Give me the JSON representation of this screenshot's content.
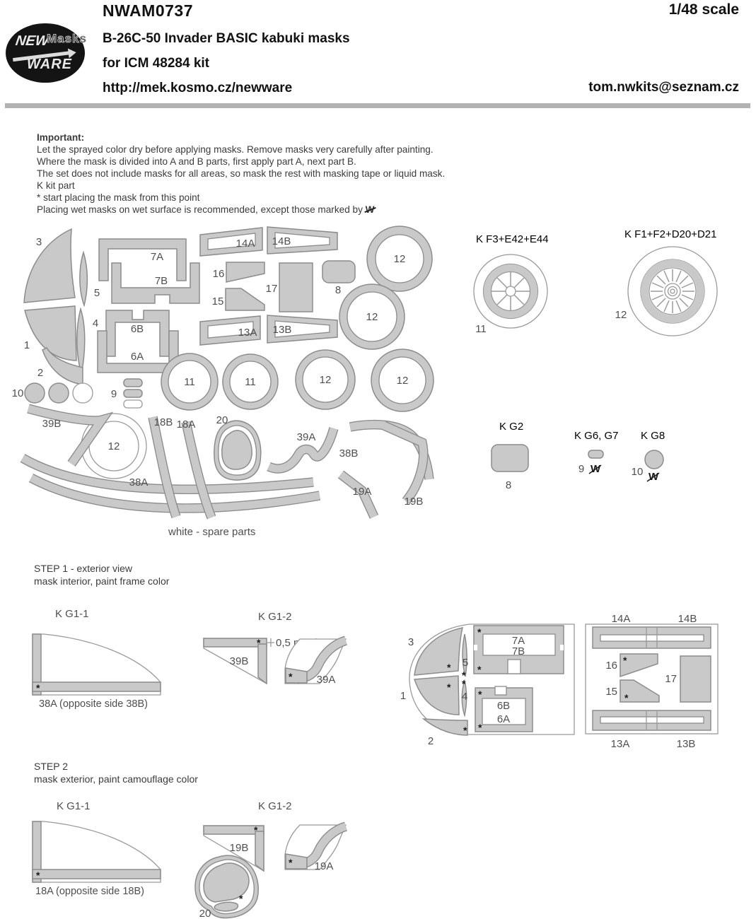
{
  "header": {
    "logo": {
      "new": "NEW",
      "masks": "Masks",
      "ware": "WARE"
    },
    "code": "NWAM0737",
    "title": "B-26C-50 Invader BASIC kabuki masks",
    "subtitle": "for ICM 48284 kit",
    "url": "http://mek.kosmo.cz/newware",
    "scale": "1/48 scale",
    "email": "tom.nwkits@seznam.cz"
  },
  "important": {
    "heading": "Important:",
    "lines": [
      "Let the sprayed color dry before applying masks. Remove masks very carefully after painting.",
      "Where the mask is divided into A and B parts, first apply part A, next part B.",
      "The set does not include masks for all areas, so mask the rest with masking tape or liquid mask.",
      "K kit part",
      "* start placing the mask from this point"
    ],
    "wet_prefix": "Placing wet masks on wet surface is recommended, except those marked by ",
    "wet_mark": "W"
  },
  "marks": {
    "star": "*"
  },
  "sheet": {
    "spare_note": "white - spare parts",
    "labels": {
      "n1": "1",
      "n2": "2",
      "n3": "3",
      "n4": "4",
      "n5": "5",
      "n6A": "6A",
      "n6B": "6B",
      "n7A": "7A",
      "n7B": "7B",
      "n8": "8",
      "n9": "9",
      "n10": "10",
      "n11": "11",
      "n12": "12",
      "n13A": "13A",
      "n13B": "13B",
      "n14A": "14A",
      "n14B": "14B",
      "n15": "15",
      "n16": "16",
      "n17": "17",
      "n18A": "18A",
      "n18B": "18B",
      "n19A": "19A",
      "n19B": "19B",
      "n20": "20",
      "n38A": "38A",
      "n38B": "38B",
      "n39A": "39A",
      "n39B": "39B"
    },
    "wheel1": {
      "caption": "K F3+E42+E44",
      "number": "11"
    },
    "wheel2": {
      "caption": "K F1+F2+D20+D21",
      "number": "12"
    },
    "g2": {
      "caption": "K G2",
      "number": "8"
    },
    "g6g7": {
      "caption": "K G6, G7",
      "number": "9",
      "mark": "W"
    },
    "g8": {
      "caption": "K G8",
      "number": "10",
      "mark": "W"
    }
  },
  "step1": {
    "title": "STEP 1 - exterior view",
    "subtitle": "mask interior, paint frame color",
    "g11": {
      "caption": "K G1-1",
      "label": "38A (opposite side 38B)"
    },
    "g12": {
      "caption": "K G1-2",
      "dim": "0,5 mm"
    }
  },
  "step2": {
    "title": "STEP 2",
    "subtitle": "mask exterior, paint camouflage color",
    "g11": {
      "caption": "K G1-1",
      "label": "18A (opposite side 18B)"
    },
    "g12": {
      "caption": "K G1-2"
    }
  }
}
